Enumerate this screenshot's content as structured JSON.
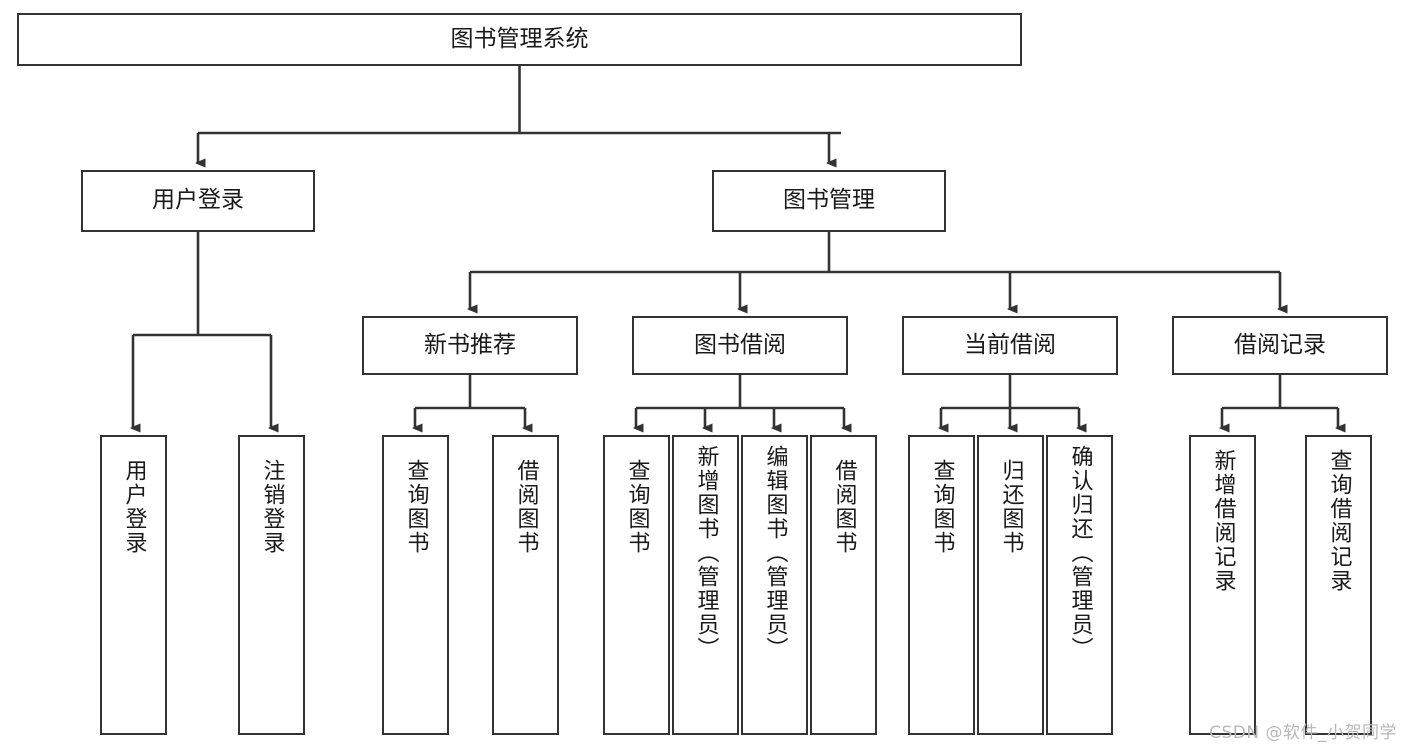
{
  "diagram": {
    "title": "图书管理系统",
    "type": "tree",
    "watermark": "CSDN @软件_小贺同学",
    "colors": {
      "node_border": "#333333",
      "node_fill": "#ffffff",
      "edge": "#333333",
      "text": "#1a1a1a",
      "watermark": "#b9b9b9",
      "background": "#ffffff"
    },
    "nodes": {
      "root": {
        "label": "图书管理系统"
      },
      "level2": [
        {
          "id": "user-login",
          "label": "用户登录"
        },
        {
          "id": "book-management",
          "label": "图书管理"
        }
      ],
      "level3": [
        {
          "id": "new-book-recommend",
          "label": "新书推荐"
        },
        {
          "id": "book-borrow",
          "label": "图书借阅"
        },
        {
          "id": "current-borrow",
          "label": "当前借阅"
        },
        {
          "id": "borrow-record",
          "label": "借阅记录"
        }
      ],
      "leaves": {
        "user-login": [
          {
            "id": "leaf-user-login",
            "label": "用户登录"
          },
          {
            "id": "leaf-user-logout",
            "label": "注销登录"
          }
        ],
        "new-book-recommend": [
          {
            "id": "leaf-query-book-1",
            "label": "查询图书"
          },
          {
            "id": "leaf-borrow-book-1",
            "label": "借阅图书"
          }
        ],
        "book-borrow": [
          {
            "id": "leaf-query-book-2",
            "label": "查询图书"
          },
          {
            "id": "leaf-add-book",
            "label": "新增图书（管理员）"
          },
          {
            "id": "leaf-edit-book",
            "label": "编辑图书（管理员）"
          },
          {
            "id": "leaf-borrow-book-2",
            "label": "借阅图书"
          }
        ],
        "current-borrow": [
          {
            "id": "leaf-query-book-3",
            "label": "查询图书"
          },
          {
            "id": "leaf-return-book",
            "label": "归还图书"
          },
          {
            "id": "leaf-confirm-return",
            "label": "确认归还（管理员）"
          }
        ],
        "borrow-record": [
          {
            "id": "leaf-add-record",
            "label": "新增借阅记录"
          },
          {
            "id": "leaf-query-record",
            "label": "查询借阅记录"
          }
        ]
      }
    }
  }
}
